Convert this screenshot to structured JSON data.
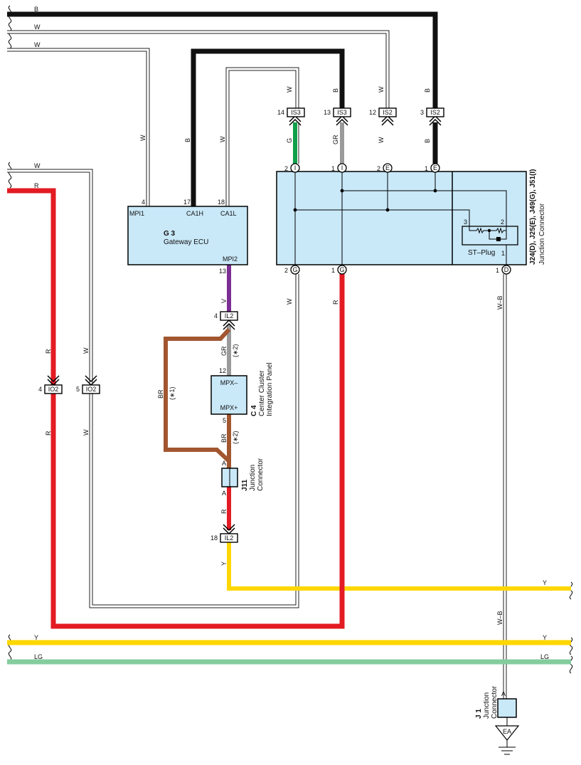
{
  "colors": {
    "black": "#111111",
    "red": "#e31b23",
    "yellow": "#ffd700",
    "light_green": "#84cc9e",
    "green": "#11a04a",
    "gray": "#9a9a9a",
    "violet": "#7b2e94",
    "brown": "#a25630",
    "box_fill": "#c9e8f8"
  },
  "wires": {
    "B": "B",
    "W": "W",
    "R": "R",
    "G": "G",
    "GR": "GR",
    "V": "V",
    "BR": "BR",
    "Y": "Y",
    "LG": "LG",
    "WB": "W–B"
  },
  "notes": {
    "n1": "(∗1)",
    "n2": "(∗2)"
  },
  "gateway_ecu": {
    "code": "G 3",
    "name": "Gateway ECU",
    "pins": {
      "mpi1": "MPI1",
      "ca1h": "CA1H",
      "ca1l": "CA1L",
      "mpi2": "MPI2"
    },
    "pin_numbers": {
      "mpi1": "4",
      "ca1h": "17",
      "ca1l": "18",
      "mpi2": "13"
    }
  },
  "junction_block": {
    "title": "J24(D), J25(E), J49(G), J51(I)",
    "subtitle": "Junction Connector",
    "st_plug": "ST–Plug",
    "st_pins": {
      "p3": "3",
      "p2": "2",
      "p1": "1"
    },
    "top_terms": [
      {
        "num": "2",
        "letter": "I"
      },
      {
        "num": "1",
        "letter": "I"
      },
      {
        "num": "2",
        "letter": "E"
      },
      {
        "num": "1",
        "letter": "E"
      }
    ],
    "bottom_terms": [
      {
        "num": "2",
        "letter": "G"
      },
      {
        "num": "1",
        "letter": "G"
      },
      {
        "num": "1",
        "letter": "D"
      }
    ]
  },
  "top_connectors": [
    {
      "num": "14",
      "name": "IS3"
    },
    {
      "num": "13",
      "name": "IS3"
    },
    {
      "num": "12",
      "name": "IS2"
    },
    {
      "num": "3",
      "name": "IS2"
    }
  ],
  "il2_top": {
    "num": "4",
    "name": "IL2"
  },
  "il2_bottom": {
    "num": "18",
    "name": "IL2"
  },
  "io2_left": {
    "num": "4",
    "name": "IO2"
  },
  "io2_right": {
    "num": "5",
    "name": "IO2"
  },
  "center_cluster": {
    "code": "C 4",
    "name_line1": "Center Cluster",
    "name_line2": "Integration Panel",
    "pins": {
      "mpx_minus": "MPX–",
      "mpx_plus": "MPX+"
    },
    "pin_numbers": {
      "minus": "12",
      "plus": "5"
    }
  },
  "j11": {
    "code": "J11",
    "line1": "Junction",
    "line2": "Connector",
    "pin_top": "A",
    "pin_bottom": "A"
  },
  "j1": {
    "code": "J 1",
    "line1": "Junction",
    "line2": "Connector",
    "pin": "A",
    "ground": "EA"
  }
}
